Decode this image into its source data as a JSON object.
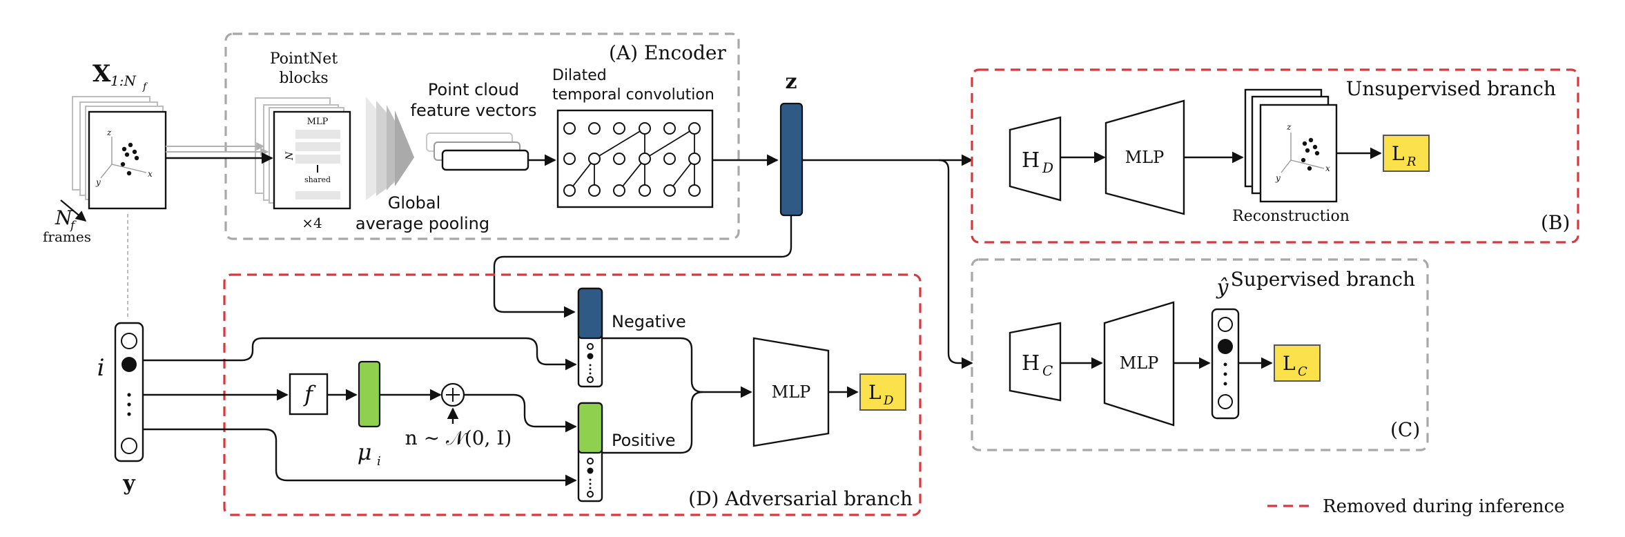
{
  "inputs": {
    "frames_symbol": "X",
    "frames_subscript": "1:N",
    "frames_subscript2": "f",
    "nf_symbol": "N",
    "nf_subscript": "f",
    "frames_word": "frames",
    "label_vector": "y",
    "index_label": "i"
  },
  "axes": {
    "x": "x",
    "y": "y",
    "z": "z"
  },
  "encoder": {
    "title": "(A) Encoder",
    "pointnet_line1": "PointNet",
    "pointnet_line2": "blocks",
    "mlp": "MLP",
    "np_label": "N",
    "np_sub": "p",
    "shared": "shared",
    "repeat": "×4",
    "gap_line1": "Global",
    "gap_line2": "average pooling",
    "pcfv_line1": "Point cloud",
    "pcfv_line2": "feature vectors",
    "dilated_line1": "Dilated",
    "dilated_line2": "temporal convolution",
    "latent": "z"
  },
  "unsupervised": {
    "title": "Unsupervised branch",
    "decoder_symbol": "H",
    "decoder_sub": "D",
    "mlp": "MLP",
    "reconstruction": "Reconstruction",
    "loss_symbol": "L",
    "loss_sub": "R",
    "tag": "(B)"
  },
  "supervised": {
    "title": "Supervised branch",
    "classifier_symbol": "H",
    "classifier_sub": "C",
    "mlp": "MLP",
    "yhat": "ŷ",
    "loss_symbol": "L",
    "loss_sub": "C",
    "tag": "(C)"
  },
  "adversarial": {
    "title": "(D) Adversarial branch",
    "f": "f",
    "mu": "μ",
    "mu_sub": "i",
    "noise": "n ∼ 𝒩(0, I)",
    "negative": "Negative",
    "positive": "Positive",
    "mlp": "MLP",
    "loss_symbol": "L",
    "loss_sub": "D"
  },
  "legend": {
    "removed": "Removed during inference"
  },
  "colors": {
    "latent": "#2f5a86",
    "prior": "#8fd14f",
    "loss": "#fbe24c",
    "dash_red": "#d9373b",
    "dash_gray": "#a8a8a8"
  }
}
